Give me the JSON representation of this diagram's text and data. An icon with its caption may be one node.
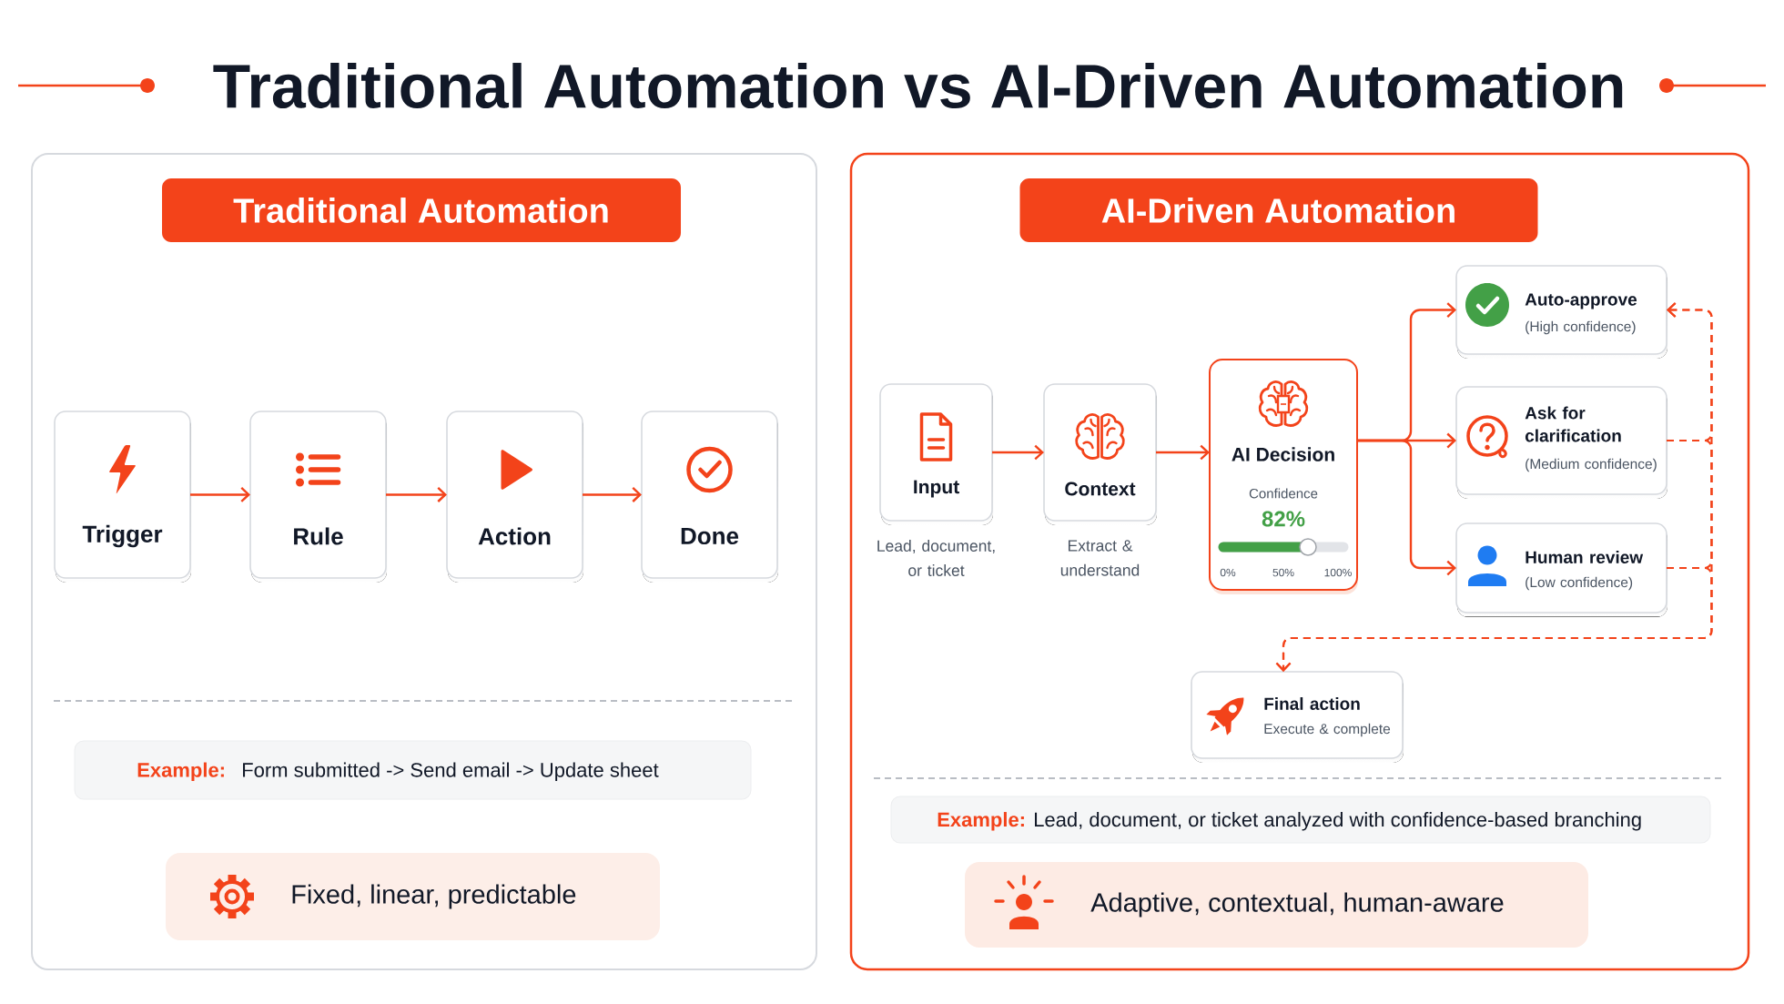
{
  "diagram": {
    "title": "Traditional Automation vs AI-Driven Automation",
    "nodes": [
      {
        "text": [
          "Traditional Automation"
        ]
      },
      {
        "text": [
          "Trigger"
        ],
        "in": 0
      },
      {
        "text": [
          "Rule"
        ],
        "in": 0
      },
      {
        "text": [
          "Action"
        ],
        "in": 0
      },
      {
        "text": [
          "Done"
        ],
        "in": 0
      },
      {
        "text": [
          "Example:",
          "Form submitted -> Send email -> Update sheet"
        ],
        "in": 0
      },
      {
        "text": [
          "Fixed, linear, predictable"
        ],
        "in": 0
      },
      {
        "text": [
          "AI-Driven Automation"
        ]
      },
      {
        "text": [
          "Input"
        ],
        "beside": [
          "Lead, document, or ticket"
        ],
        "in": 7
      },
      {
        "text": [
          "Context"
        ],
        "beside": [
          "Extract & understand"
        ],
        "in": 7
      },
      {
        "text": [
          "AI Decision",
          "Confidence",
          "82%",
          "0%",
          "50%",
          "100%"
        ],
        "in": 7
      },
      {
        "text": [
          "Auto-approve",
          "(High confidence)"
        ],
        "in": 7
      },
      {
        "text": [
          "Ask for clarification",
          "(Medium confidence)"
        ],
        "in": 7
      },
      {
        "text": [
          "Human review",
          "(Low confidence)"
        ],
        "in": 7
      },
      {
        "text": [
          "Final action",
          "Execute & complete"
        ],
        "in": 7
      },
      {
        "text": [
          "Example:",
          "Lead, document, or ticket analyzed with confidence-based branching"
        ],
        "in": 7
      },
      {
        "text": [
          "Adaptive, contextual, human-aware"
        ],
        "in": 7
      }
    ],
    "edges": [
      {
        "from": 1,
        "to": 2,
        "arrow": "to"
      },
      {
        "from": 2,
        "to": 3,
        "arrow": "to"
      },
      {
        "from": 3,
        "to": 4,
        "arrow": "to"
      },
      {
        "from": 8,
        "to": 9,
        "arrow": "to"
      },
      {
        "from": 9,
        "to": 10,
        "arrow": "to"
      },
      {
        "from": 10,
        "to": 11,
        "arrow": "to"
      },
      {
        "from": 10,
        "to": 12,
        "arrow": "to"
      },
      {
        "from": 10,
        "to": 13,
        "arrow": "to"
      },
      {
        "from": 12,
        "to": 11,
        "arrow": "to",
        "style": "dashed"
      },
      {
        "from": 13,
        "to": 11,
        "arrow": "to",
        "style": "dashed"
      },
      {
        "from": 12,
        "to": 14,
        "arrow": "to",
        "style": "dashed"
      },
      {
        "from": 13,
        "to": 14,
        "arrow": "to",
        "style": "dashed"
      }
    ]
  }
}
